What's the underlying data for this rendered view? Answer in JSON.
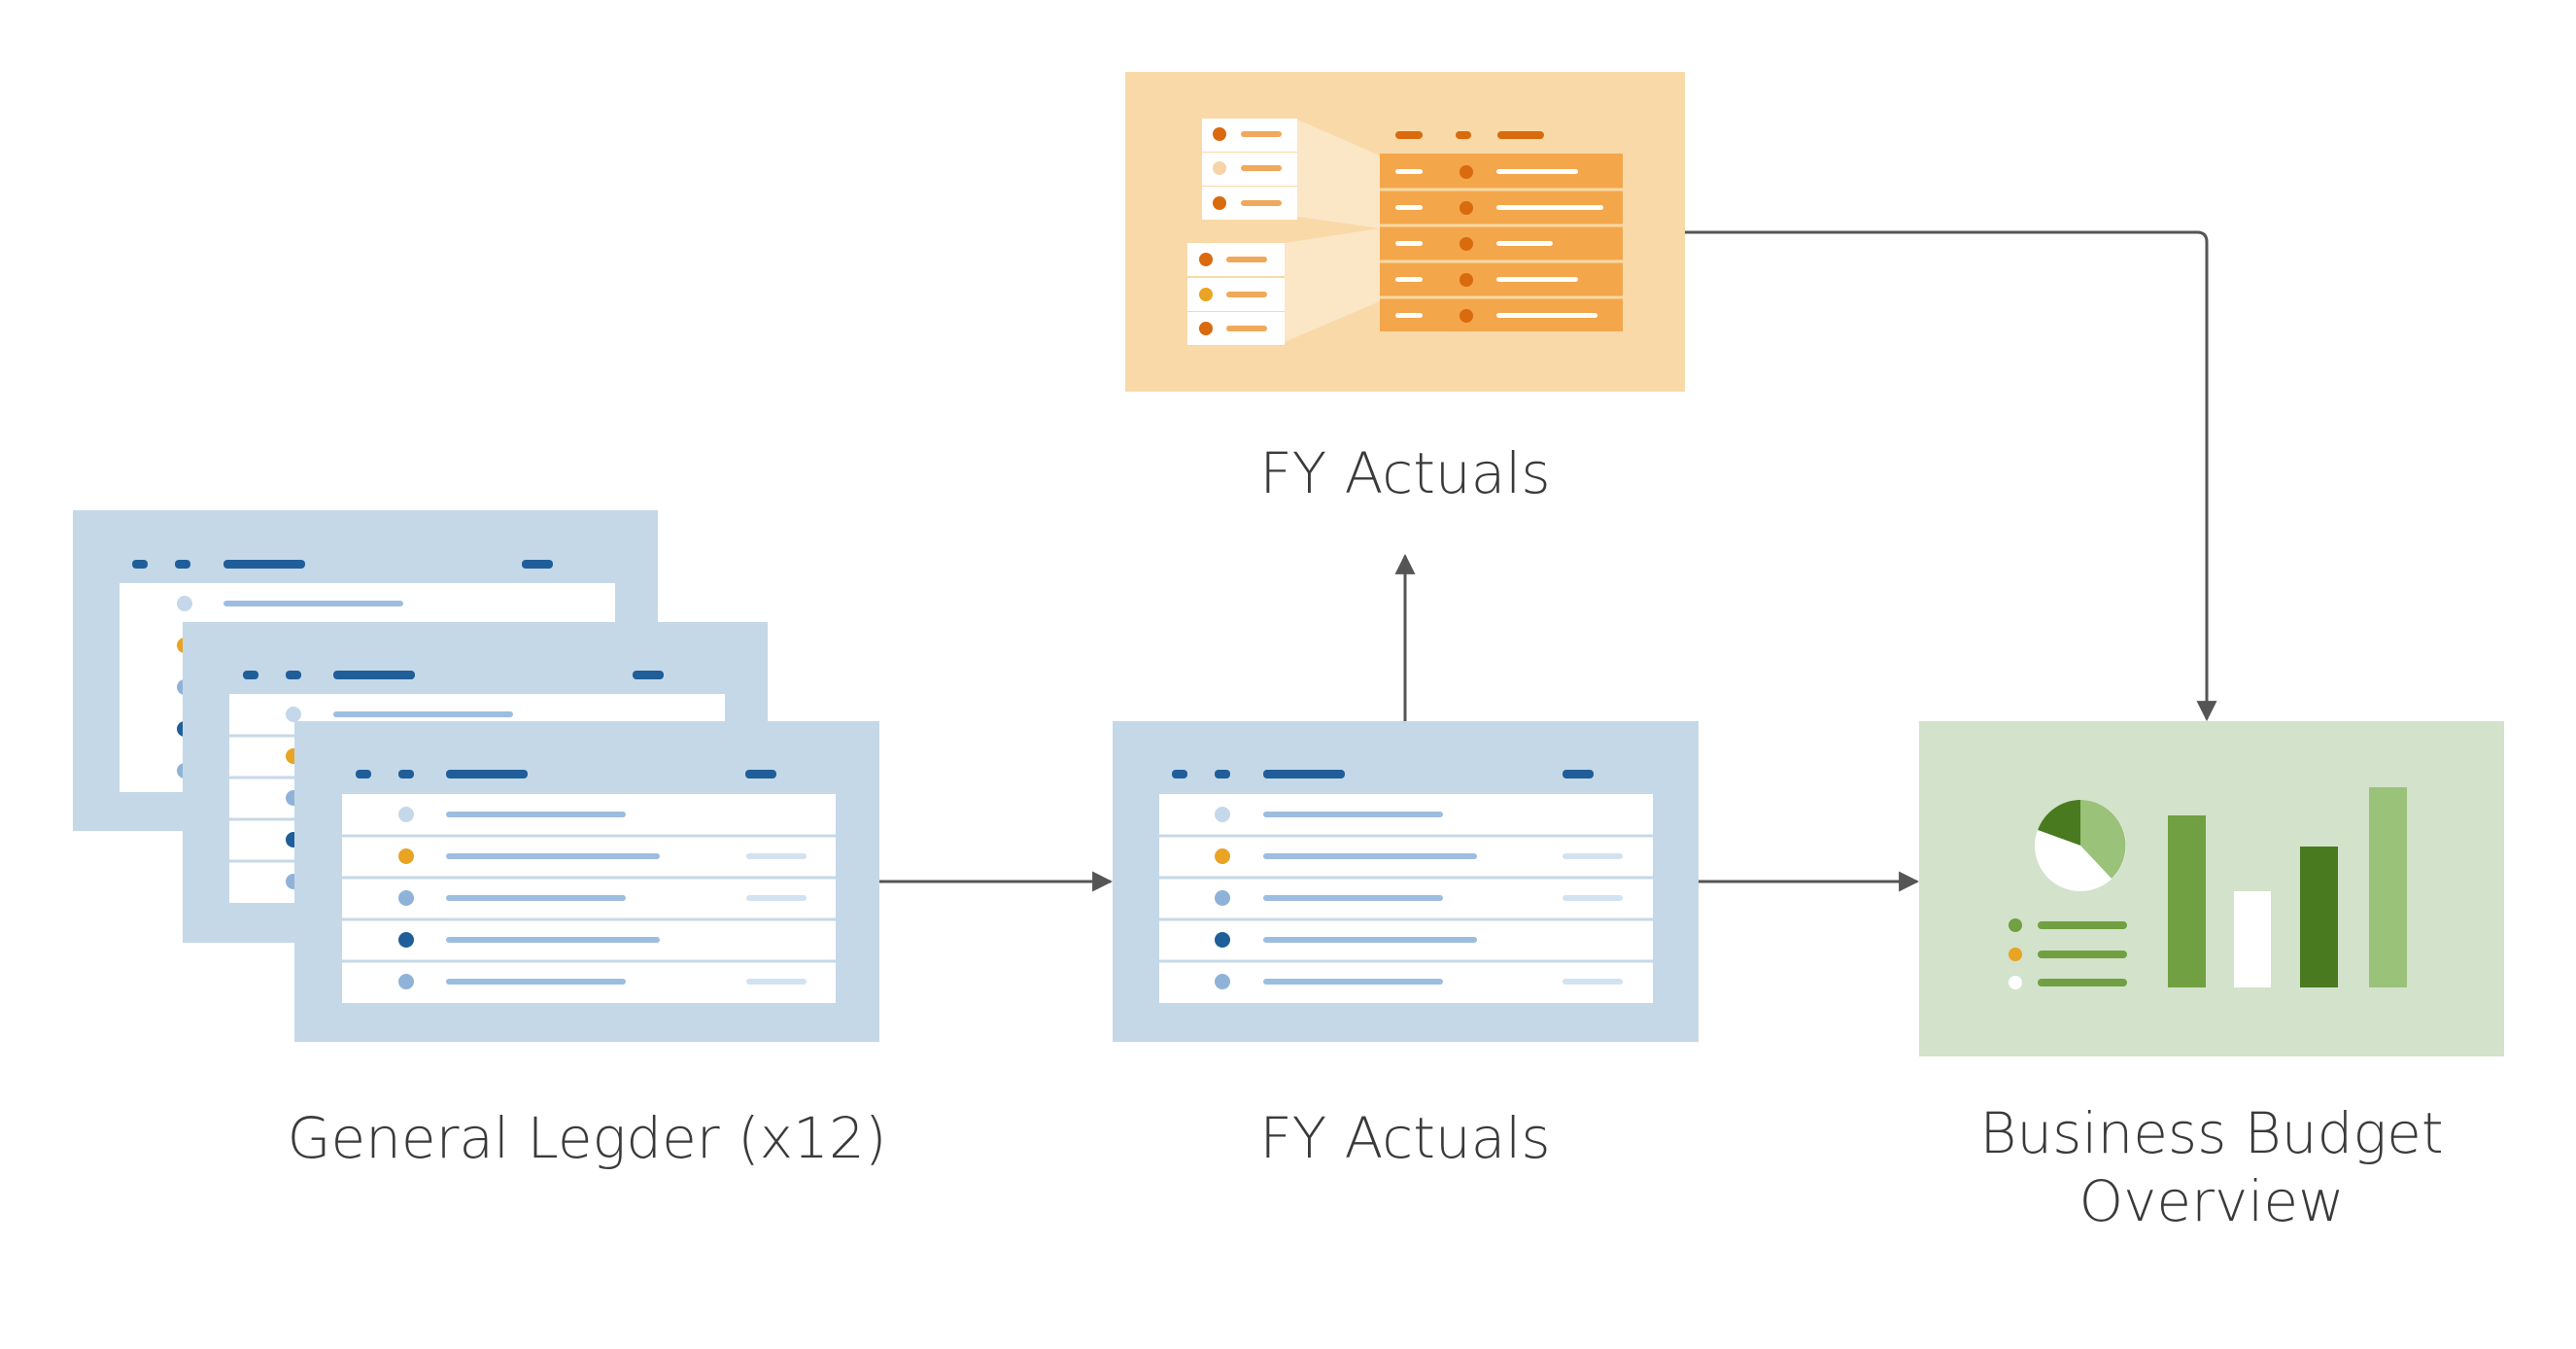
{
  "labels": {
    "fy_actuals_top": "FY Actuals",
    "general_ledger": "General Legder (x12)",
    "fy_actuals_middle": "FY  Actuals",
    "business_budget_line1": "Business Budget",
    "business_budget_line2": "Overview"
  },
  "colors": {
    "ledger_panel": "#c5d8e8",
    "ledger_header_accent": "#1f5e99",
    "ledger_row_line": "#9dbde0",
    "orange_panel": "#f9d9a8",
    "orange_table": "#f4a64a",
    "orange_dot": "#d96a0d",
    "green_panel": "#d3e2cb",
    "green_dark": "#4a7a1f",
    "green_mid": "#70a041",
    "green_light": "#9bc279",
    "dot_yellow": "#e8a422",
    "arrow": "#555555"
  },
  "icons": [
    "general-ledger-sheet-icon",
    "fy-actuals-sheet-icon",
    "fy-actuals-mapping-icon",
    "budget-dashboard-icon"
  ]
}
